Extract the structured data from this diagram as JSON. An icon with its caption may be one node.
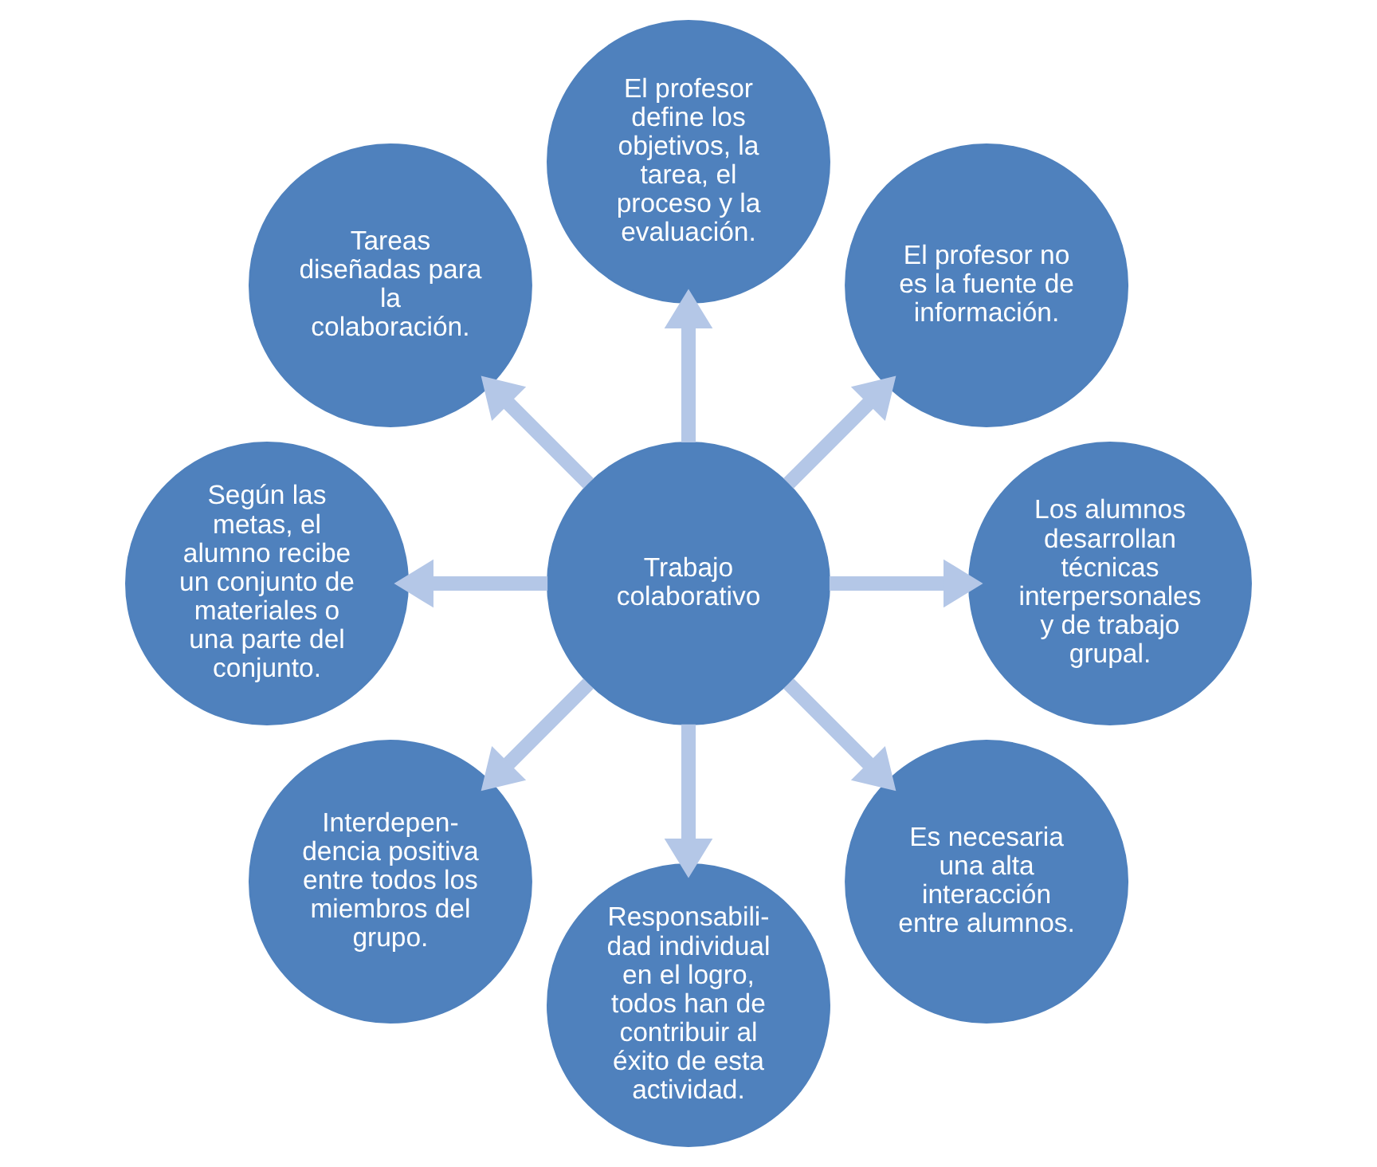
{
  "diagram": {
    "nodes": [
      {
        "text": [
          "Trabajo colaborativo"
        ]
      },
      {
        "text": [
          "El profesor no es la fuente de información."
        ]
      },
      {
        "text": [
          "Los alumnos desarrollan técnicas interpersonales y de trabajo grupal."
        ]
      },
      {
        "text": [
          "Es necesaria una alta interacción entre alumnos."
        ]
      },
      {
        "text": [
          "Responsabili- dad individual en el logro, todos han de contribuir al éxito de esta actividad."
        ]
      },
      {
        "text": [
          "Interdepen- dencia positiva entre todos los miembros del grupo."
        ]
      },
      {
        "text": [
          "Según las metas, el alumno recibe un conjunto de materiales o una parte del conjunto."
        ]
      },
      {
        "text": [
          "Tareas diseñadas para la colaboración."
        ]
      },
      {
        "text": [
          "El profesor define los objetivos, la tarea, el proceso y la evaluación."
        ]
      }
    ],
    "edges": [
      {
        "from": 0,
        "to": 1,
        "arrow": "to"
      },
      {
        "from": 0,
        "to": 2,
        "arrow": "to"
      },
      {
        "from": 0,
        "to": 3,
        "arrow": "to"
      },
      {
        "from": 0,
        "to": 4,
        "arrow": "to"
      },
      {
        "from": 0,
        "to": 5,
        "arrow": "to"
      },
      {
        "from": 0,
        "to": 6,
        "arrow": "to"
      },
      {
        "from": 0,
        "to": 7,
        "arrow": "to"
      },
      {
        "from": 0,
        "to": 8,
        "arrow": "to"
      }
    ]
  }
}
